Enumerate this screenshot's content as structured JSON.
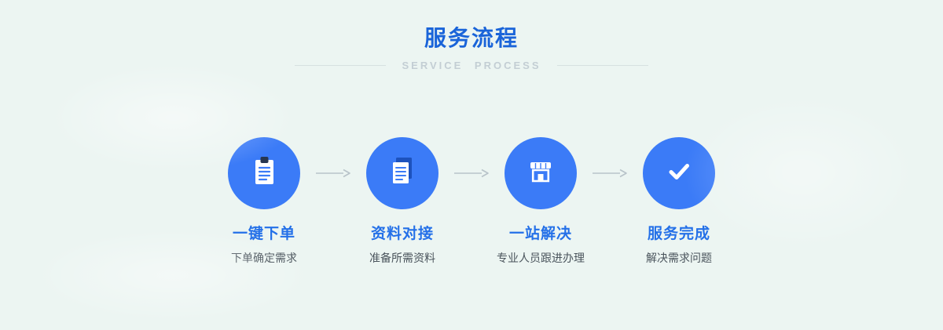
{
  "header": {
    "title": "服务流程",
    "subtitle": "SERVICE PROCESS"
  },
  "steps": [
    {
      "icon": "clipboard-icon",
      "title": "一键下单",
      "desc": "下单确定需求"
    },
    {
      "icon": "documents-icon",
      "title": "资料对接",
      "desc": "准备所需资料"
    },
    {
      "icon": "storefront-icon",
      "title": "一站解决",
      "desc": "专业人员跟进办理"
    },
    {
      "icon": "checkmark-icon",
      "title": "服务完成",
      "desc": "解决需求问题"
    }
  ],
  "colors": {
    "background": "#ecf5f2",
    "circle_blue": "#3b7bf7",
    "title_blue": "#1a64d9",
    "step_title_blue": "#2470e8",
    "desc_gray": "#4a545c",
    "subtitle_gray": "#c3ced4",
    "arrow_gray": "#b8c3c9",
    "clip_dark": "#273650",
    "back_sheet_blue": "#1d52bd"
  }
}
